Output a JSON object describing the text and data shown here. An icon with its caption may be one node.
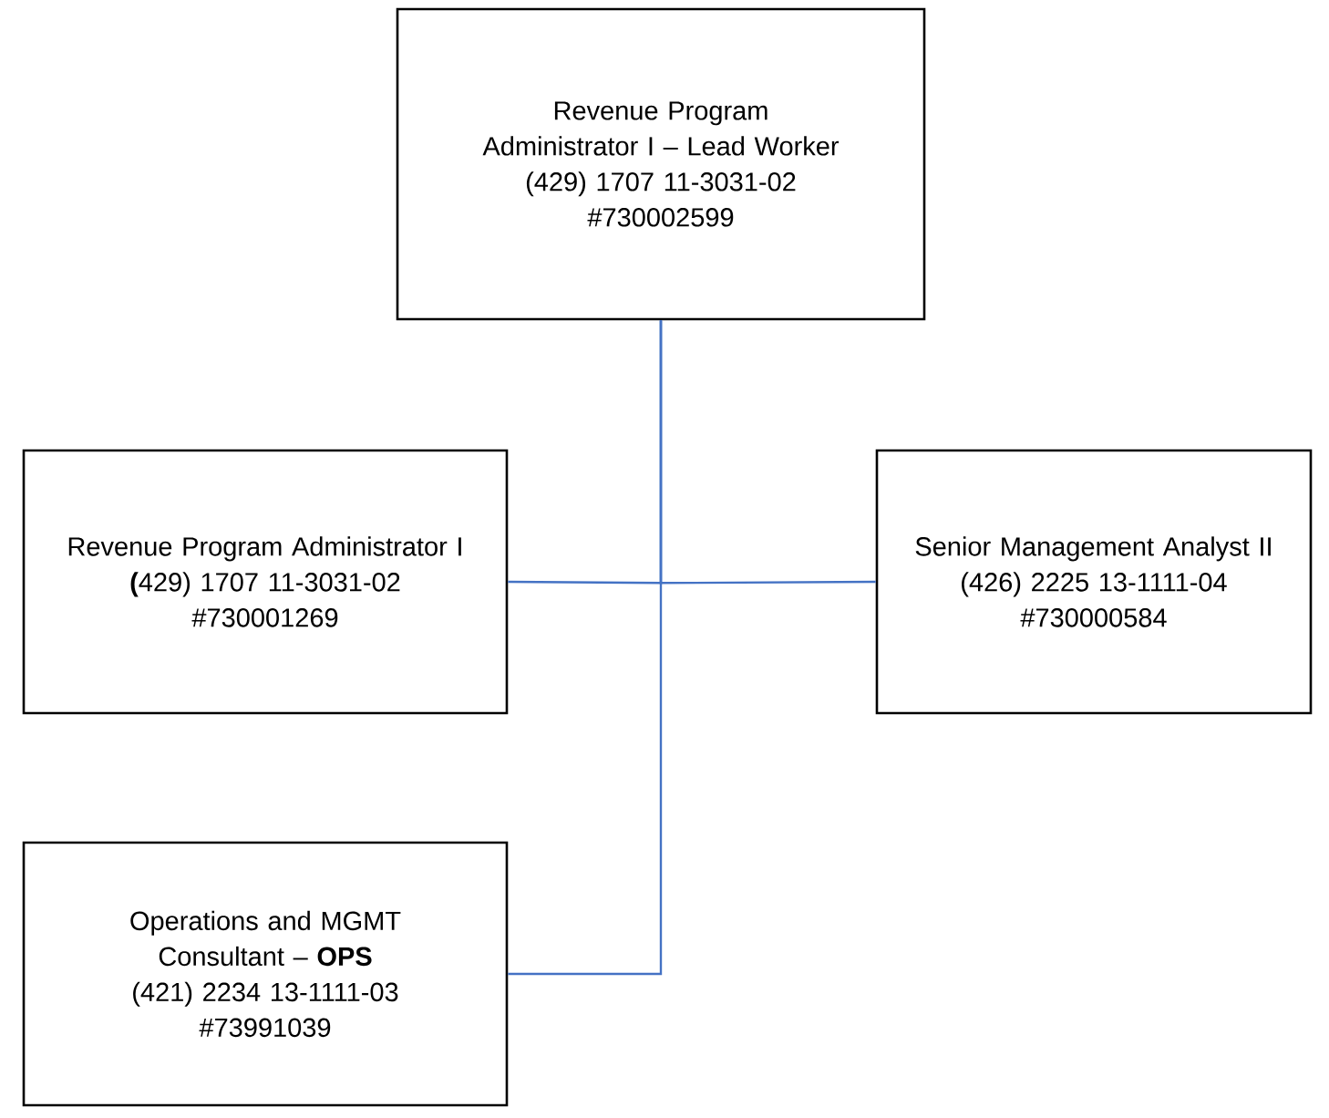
{
  "diagram": {
    "nodes": [
      {
        "text": [
          "Revenue Program Administrator I – Lead Worker",
          "(429) 1707 11-3031-02",
          "#730002599"
        ]
      },
      {
        "text": [
          "Revenue Program Administrator I",
          "**(**429) 1707 11-3031-02",
          "#730001269"
        ]
      },
      {
        "text": [
          "Senior Management Analyst II",
          "(426) 2225 13-1111-04",
          "#730000584"
        ]
      },
      {
        "text": [
          "Operations and MGMT Consultant – **OPS**",
          "(421) 2234 13-1111-03",
          "#73991039"
        ]
      }
    ],
    "edges": [
      {
        "from": 0,
        "to": 1,
        "arrow": "none",
        "color": "#4472c4"
      },
      {
        "from": 0,
        "to": 2,
        "arrow": "none",
        "color": "#4472c4"
      },
      {
        "from": 0,
        "to": 3,
        "arrow": "none",
        "color": "#4472c4"
      }
    ]
  }
}
